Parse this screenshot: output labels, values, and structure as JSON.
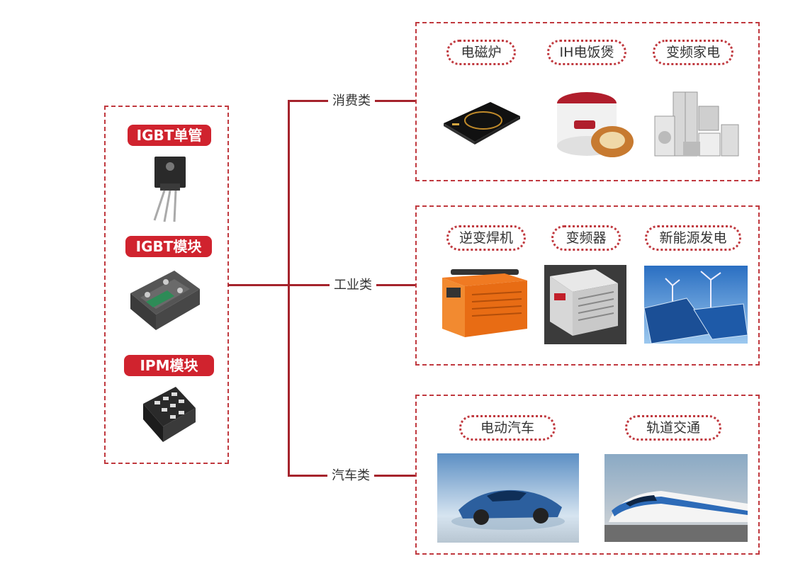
{
  "left_panel": {
    "items": [
      {
        "label": "IGBT单管"
      },
      {
        "label": "IGBT模块"
      },
      {
        "label": "IPM模块"
      }
    ]
  },
  "categories": [
    {
      "label": "消费类",
      "apps": [
        {
          "label": "电磁炉"
        },
        {
          "label": "IH电饭煲"
        },
        {
          "label": "变频家电"
        }
      ]
    },
    {
      "label": "工业类",
      "apps": [
        {
          "label": "逆变焊机"
        },
        {
          "label": "变频器"
        },
        {
          "label": "新能源发电"
        }
      ]
    },
    {
      "label": "汽车类",
      "apps": [
        {
          "label": "电动汽车"
        },
        {
          "label": "轨道交通"
        }
      ]
    }
  ],
  "colors": {
    "accent": "#d0232e",
    "dash": "#c0393f",
    "connector": "#a5232c"
  }
}
